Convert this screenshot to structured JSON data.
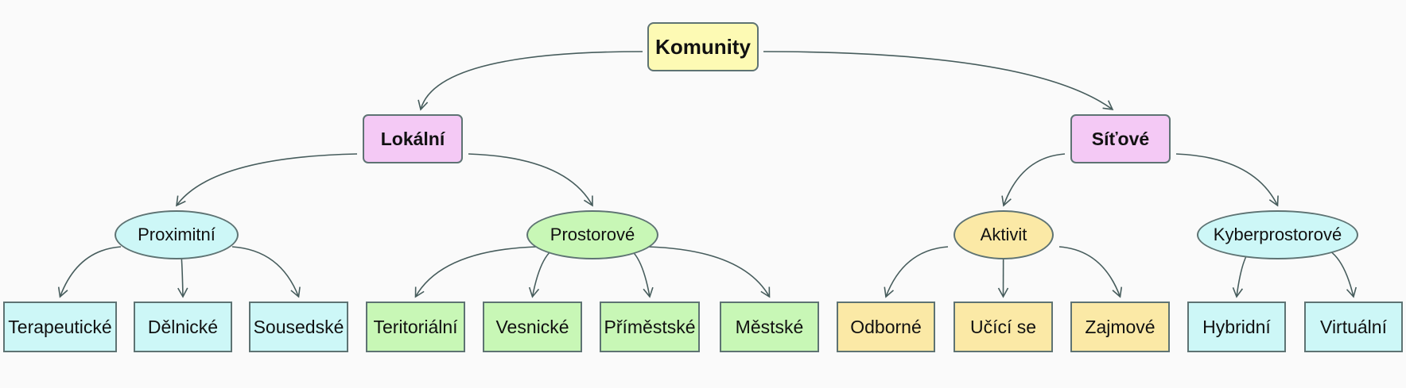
{
  "colors": {
    "root": "#fdfab4",
    "level1": "#f4c9f5",
    "cyan": "#cdf7f7",
    "green": "#c8f7b6",
    "yellow": "#fbe9a6",
    "edge": "#465c5c",
    "border": "#5e7373"
  },
  "root": {
    "label": "Komunity"
  },
  "groups": [
    {
      "label": "Lokální",
      "children": [
        {
          "label": "Proximitní",
          "color": "cyan",
          "leaves": [
            "Terapeutické",
            "Dělnické",
            "Sousedské"
          ]
        },
        {
          "label": "Prostorové",
          "color": "green",
          "leaves": [
            "Teritoriální",
            "Vesnické",
            "Příměstské",
            "Městské"
          ]
        }
      ]
    },
    {
      "label": "Síťové",
      "children": [
        {
          "label": "Aktivit",
          "color": "yellow",
          "leaves": [
            "Odborné",
            "Učící se",
            "Zajmové"
          ]
        },
        {
          "label": "Kyberprostorové",
          "color": "cyan",
          "leaves": [
            "Hybridní",
            "Virtuální"
          ]
        }
      ]
    }
  ]
}
